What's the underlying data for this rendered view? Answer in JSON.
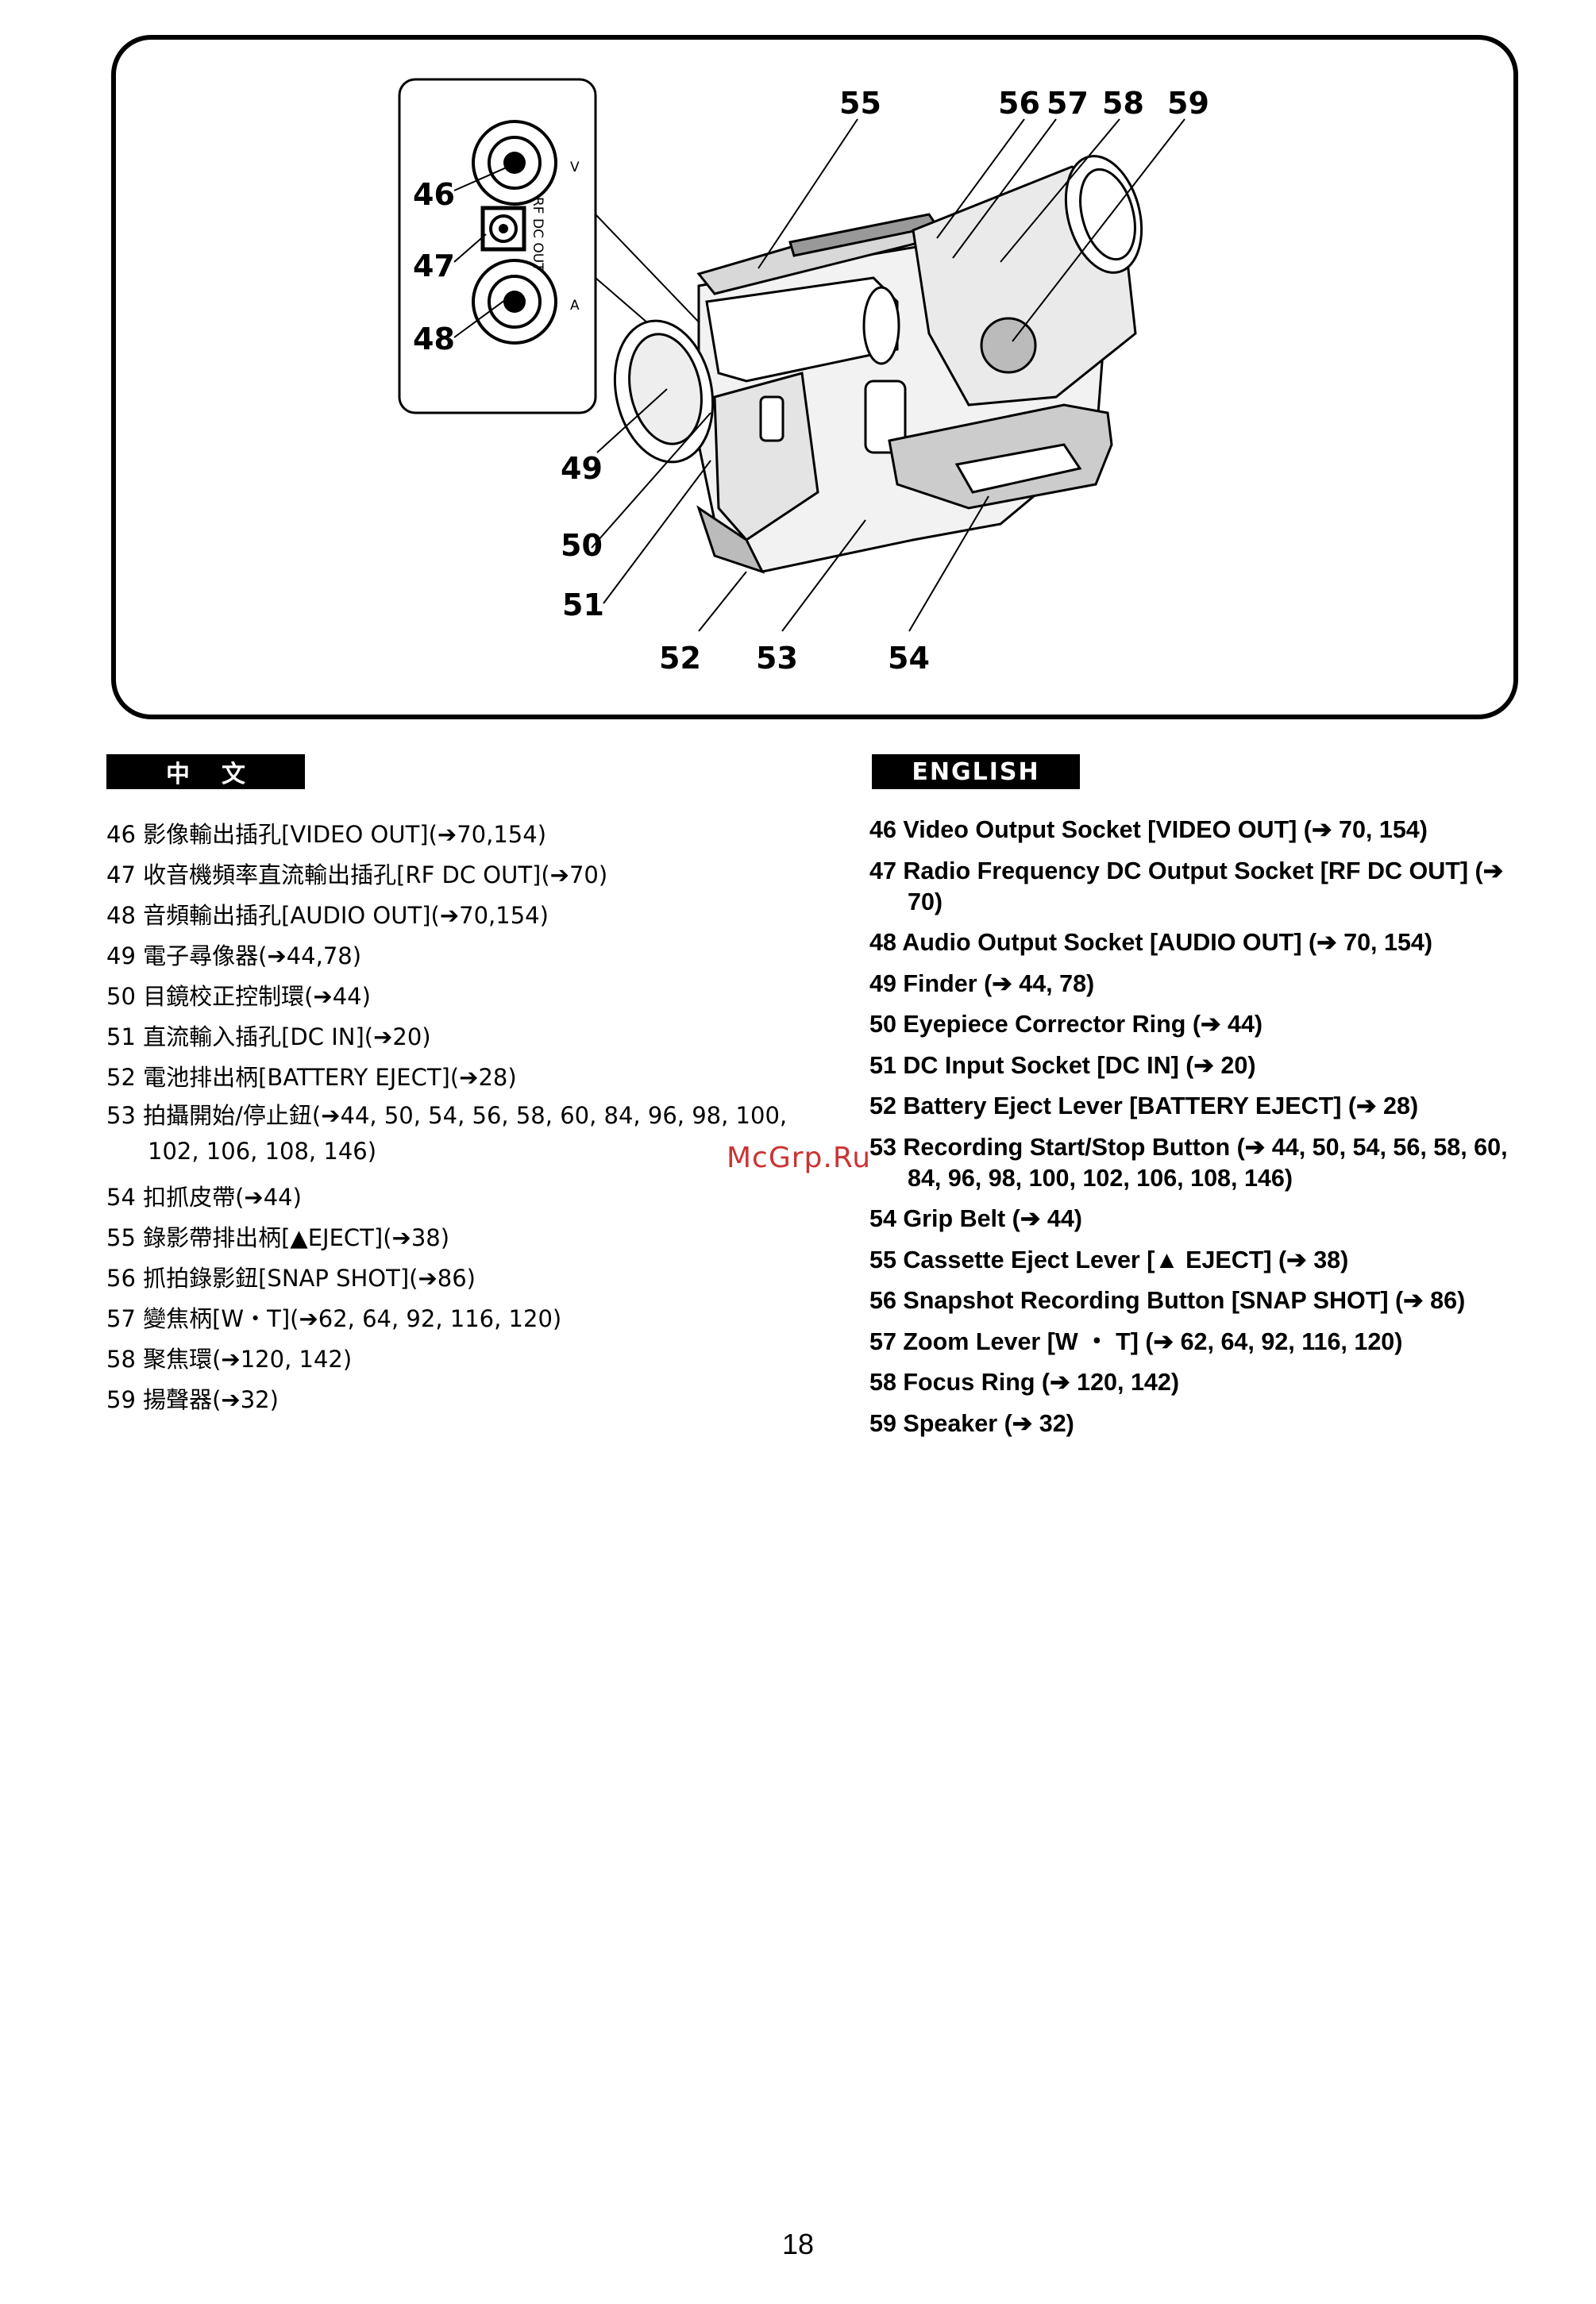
{
  "figure": {
    "callouts": [
      "55",
      "56",
      "57",
      "58",
      "59",
      "46",
      "47",
      "48",
      "49",
      "50",
      "51",
      "52",
      "53",
      "54"
    ],
    "inset_labels": {
      "v": "V",
      "a": "A",
      "rf_dc_out": "RF DC OUT"
    }
  },
  "chinese": {
    "header": "中文",
    "items": [
      "46 影像輸出插孔[VIDEO OUT](➔70,154)",
      "47 收音機頻率直流輸出插孔[RF DC OUT](➔70)",
      "48 音頻輸出插孔[AUDIO OUT](➔70,154)",
      "49 電子尋像器(➔44,78)",
      "50 目鏡校正控制環(➔44)",
      "51 直流輸入插孔[DC IN](➔20)",
      "52 電池排出柄[BATTERY EJECT](➔28)",
      "53 拍攝開始/停止鈕(➔44, 50, 54, 56, 58, 60, 84, 96, 98, 100, 102, 106, 108, 146)",
      "54 扣抓皮帶(➔44)",
      "55 錄影帶排出柄[▲EJECT](➔38)",
      "56 抓拍錄影鈕[SNAP SHOT](➔86)",
      "57 變焦柄[W・T](➔62, 64, 92, 116, 120)",
      "58 聚焦環(➔120, 142)",
      "59 揚聲器(➔32)"
    ]
  },
  "english": {
    "header": "ENGLISH",
    "items": [
      "46 Video Output Socket [VIDEO OUT] (➔ 70, 154)",
      "47 Radio Frequency DC Output Socket [RF DC OUT] (➔ 70)",
      "48 Audio Output Socket [AUDIO OUT] (➔ 70, 154)",
      "49 Finder (➔ 44, 78)",
      "50 Eyepiece Corrector Ring (➔ 44)",
      "51 DC Input Socket [DC IN] (➔ 20)",
      "52 Battery Eject Lever [BATTERY EJECT] (➔ 28)",
      "53 Recording Start/Stop Button (➔ 44, 50, 54, 56, 58, 60, 84, 96, 98, 100, 102, 106, 108, 146)",
      "54 Grip Belt (➔ 44)",
      "55 Cassette Eject Lever [▲ EJECT] (➔ 38)",
      "56 Snapshot Recording Button [SNAP SHOT] (➔ 86)",
      "57 Zoom Lever [W ・ T] (➔ 62, 64, 92, 116, 120)",
      "58 Focus Ring (➔ 120, 142)",
      "59 Speaker (➔ 32)"
    ]
  },
  "watermark": "McGrp.Ru",
  "page_number": "18"
}
